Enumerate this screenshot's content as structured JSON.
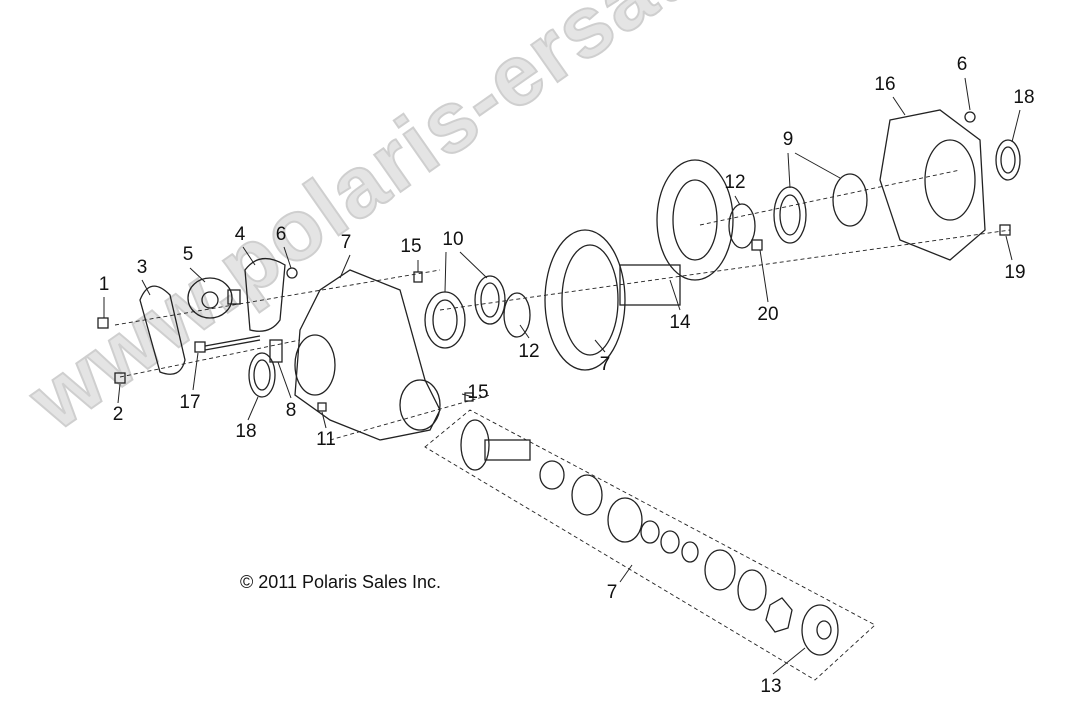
{
  "watermark": "www.polaris-ersatzteile.de",
  "copyright": "© 2011 Polaris Sales Inc.",
  "callouts": [
    "1",
    "3",
    "5",
    "4",
    "6",
    "7",
    "15",
    "10",
    "12",
    "7",
    "14",
    "20",
    "12",
    "9",
    "16",
    "6",
    "18",
    "19",
    "17",
    "8",
    "18",
    "11",
    "15",
    "2",
    "7",
    "13"
  ]
}
